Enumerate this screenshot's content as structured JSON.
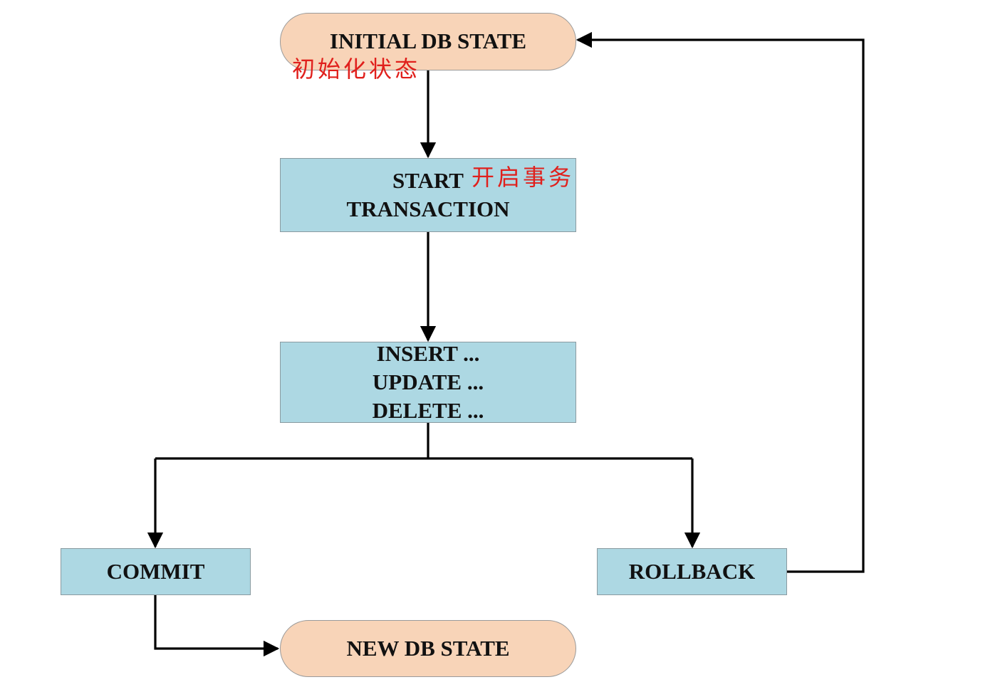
{
  "nodes": {
    "initial": "INITIAL DB STATE",
    "start_line1": "START",
    "start_line2": "TRANSACTION",
    "ops_line1": "INSERT ...",
    "ops_line2": "UPDATE ...",
    "ops_line3": "DELETE ...",
    "commit": "COMMIT",
    "rollback": "ROLLBACK",
    "new_state": "NEW DB STATE"
  },
  "annotations": {
    "initial_cn": "初始化状态",
    "start_cn": "开启事务"
  },
  "colors": {
    "state_fill": "#f8d4b8",
    "step_fill": "#add8e3",
    "annotation": "#e0201c",
    "line": "#000000"
  }
}
